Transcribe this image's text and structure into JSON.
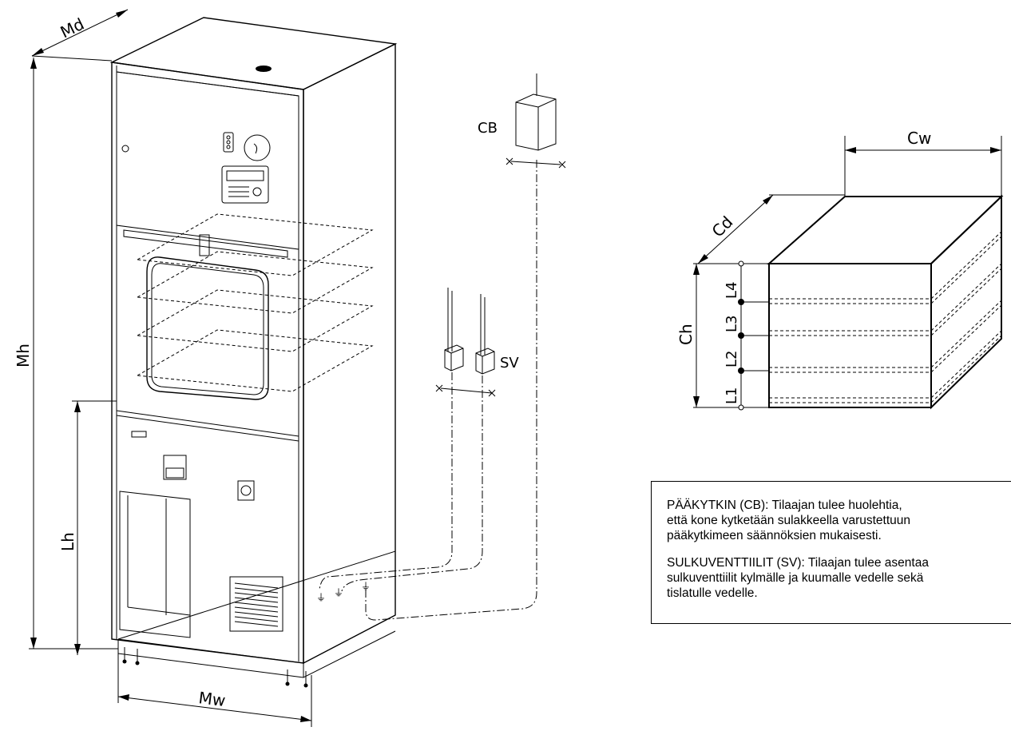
{
  "labels": {
    "md": "Md",
    "mh": "Mh",
    "lh": "Lh",
    "mw": "Mw",
    "cb": "CB",
    "sv": "SV",
    "cw": "Cw",
    "cd": "Cd",
    "ch": "Ch",
    "l1": "L1",
    "l2": "L2",
    "l3": "L3",
    "l4": "L4"
  },
  "notes": {
    "cb_text": "PÄÄKYTKIN (CB): Tilaajan tulee huolehtia,\nettä kone kytketään sulakkeella varustettuun\npääkytkimeen säännöksien mukaisesti.",
    "sv_text": "SULKUVENTTIILIT (SV): Tilaajan tulee asentaa\nsulkuventtiilit kylmälle ja kuumalle vedelle sekä\ntislatulle vedelle."
  }
}
